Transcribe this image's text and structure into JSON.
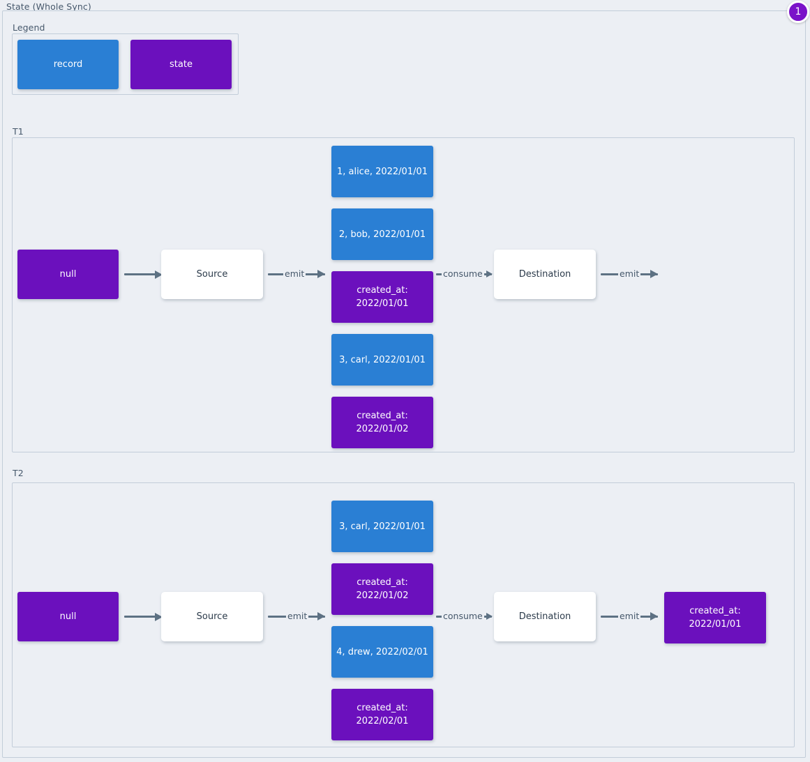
{
  "diagram": {
    "title": "State (Whole Sync)",
    "badge": "1",
    "colors": {
      "record": "#2a7fd4",
      "state": "#6b10bd",
      "background": "#eceff4",
      "border": "#c2cdd9",
      "edge": "#5d7183",
      "badge": "#7a12c9"
    }
  },
  "legend": {
    "title": "Legend",
    "items": [
      {
        "label": "record",
        "kind": "record"
      },
      {
        "label": "state",
        "kind": "state"
      }
    ]
  },
  "lanes": [
    {
      "label": "T1",
      "start_state": "null",
      "source": "Source",
      "destination": "Destination",
      "edges": {
        "state_to_source": "",
        "source_emit": "emit",
        "consume": "consume",
        "destination_emit": "emit"
      },
      "stream": [
        {
          "kind": "record",
          "label": "1, alice, 2022/01/01"
        },
        {
          "kind": "record",
          "label": "2, bob, 2022/01/01"
        },
        {
          "kind": "state",
          "label": "created_at:\n2022/01/01"
        },
        {
          "kind": "record",
          "label": "3, carl, 2022/01/01"
        },
        {
          "kind": "state",
          "label": "created_at:\n2022/01/02"
        }
      ],
      "end_state": ""
    },
    {
      "label": "T2",
      "start_state": "null",
      "source": "Source",
      "destination": "Destination",
      "edges": {
        "state_to_source": "",
        "source_emit": "emit",
        "consume": "consume",
        "destination_emit": "emit"
      },
      "stream": [
        {
          "kind": "record",
          "label": "3, carl, 2022/01/01"
        },
        {
          "kind": "state",
          "label": "created_at:\n2022/01/02"
        },
        {
          "kind": "record",
          "label": "4, drew, 2022/02/01"
        },
        {
          "kind": "state",
          "label": "created_at:\n2022/02/01"
        }
      ],
      "end_state": "created_at:\n2022/01/01"
    }
  ]
}
